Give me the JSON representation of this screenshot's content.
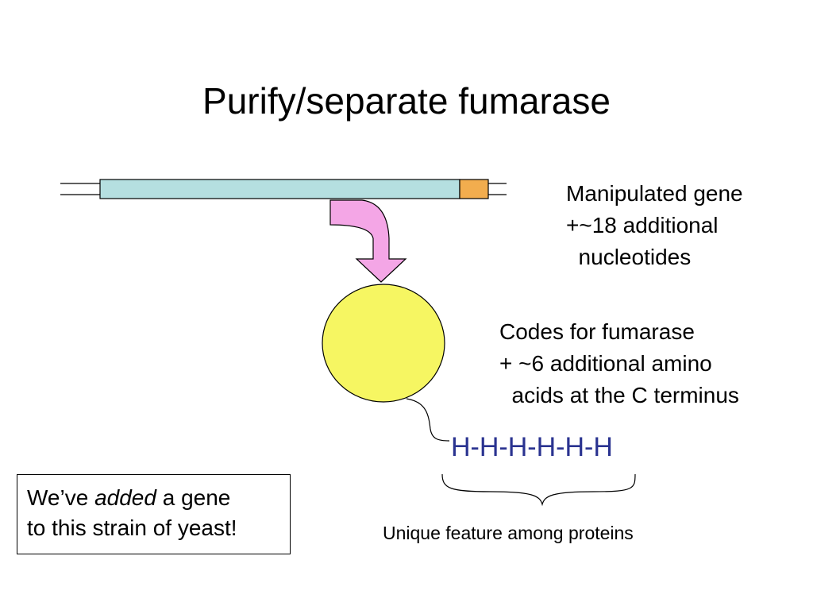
{
  "slide": {
    "title": "Purify/separate fumarase"
  },
  "gene_label": {
    "lines": [
      "Manipulated gene",
      "+~18 additional",
      "  nucleotides"
    ]
  },
  "protein_label": {
    "lines": [
      "Codes for fumarase",
      "+ ~6 additional amino",
      "  acids at the C terminus"
    ]
  },
  "his_tag": {
    "text": "H-H-H-H-H-H"
  },
  "unique_label": {
    "text": "Unique feature among proteins"
  },
  "callout": {
    "line1_before": "We’ve ",
    "line1_emphasis": "added",
    "line1_after": " a gene",
    "line2": "to this strain of yeast!"
  },
  "colors": {
    "gene_body": "#b5dfe0",
    "gene_tag": "#f2ad4e",
    "arrow": "#f4a6e6",
    "cell": "#f6f662",
    "his_text": "#2a3390"
  }
}
